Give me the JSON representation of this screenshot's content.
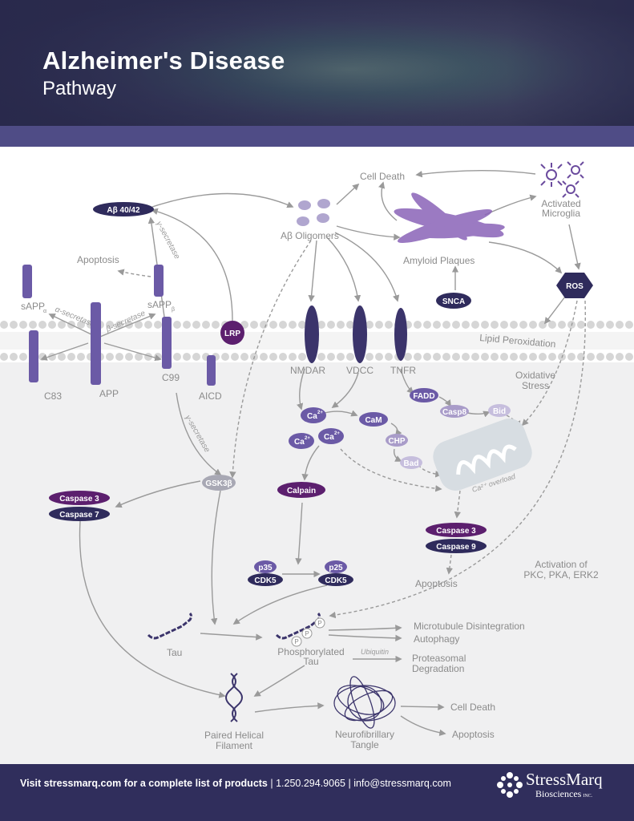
{
  "header": {
    "title": "Alzheimer's Disease",
    "subtitle": "Pathway"
  },
  "diagram": {
    "ab4042": "Aβ 40/42",
    "ab_oligomers": "Aβ  Oligomers",
    "cell_death_top": "Cell Death",
    "activated_microglia": [
      "Activated",
      "Microglia"
    ],
    "amyloid_plaques": "Amyloid Plaques",
    "snca": "SNCA",
    "ros": "ROS",
    "apoptosis_left": "Apoptosis",
    "gamma_secretase_1": "γ-secretase",
    "gamma_secretase_2": "γ-secretase",
    "alpha_secretase": "α-secretase",
    "beta_secretase": "β-secretase",
    "sapp_alpha": "sAPP",
    "sapp_alpha_sub": "α",
    "sapp_beta": "sAPP",
    "sapp_beta_sub": "β",
    "c83": "C83",
    "app": "APP",
    "c99": "C99",
    "aicd": "AICD",
    "lrp": "LRP",
    "nmdar": "NMDAR",
    "vdcc": "VDCC",
    "tnfr": "TNFR",
    "lipid_peroxidation": "Lipid Peroxidation",
    "oxidative_stress": [
      "Oxidative",
      "Stress"
    ],
    "fadd": "FADD",
    "casp8": "Casp8",
    "bid": "Bid",
    "ca2": "Ca",
    "ca2_sup": "2+",
    "cam": "CaM",
    "chp": "CHP",
    "bad": "Bad",
    "ca_overload": "Ca²⁺ overload",
    "gsk3b": "GSK3β",
    "calpain": "Calpain",
    "caspase3_left": "Caspase 3",
    "caspase7_left": "Caspase 7",
    "caspase3_right": "Caspase 3",
    "caspase9_right": "Caspase 9",
    "p35": "p35",
    "p25": "p25",
    "cdk5_a": "CDK5",
    "cdk5_b": "CDK5",
    "apoptosis_mid": "Apoptosis",
    "activation_pkc": [
      "Activation of",
      "PKC, PKA, ERK2"
    ],
    "tau": "Tau",
    "phosphorylated_tau": [
      "Phosphorylated",
      "Tau"
    ],
    "p_label": "P",
    "ubiquitin": "Ubiquitin",
    "microtubule": [
      "Microtubule Disintegration",
      "Autophagy"
    ],
    "proteasomal": [
      "Proteasomal",
      "Degradation"
    ],
    "paired_helical": [
      "Paired Helical",
      "Filament"
    ],
    "nft": [
      "Neurofibrillary",
      "Tangle"
    ],
    "cell_death_bottom": "Cell Death",
    "apoptosis_bottom": "Apoptosis"
  },
  "footer": {
    "visit": "Visit stressmarq.com for a complete list of products",
    "phone": "1.250.294.9065",
    "email": "info@stressmarq.com",
    "separator": " | ",
    "brand": "StressMarq",
    "brand_sub": "Biosciences",
    "brand_inc": "INC."
  },
  "colors": {
    "dark_navy": "#2f2b5c",
    "purple": "#6b5aa6",
    "deep_purple": "#5c1f6e",
    "light_purple": "#a99cc9",
    "gray_text": "#8b8b8b",
    "membrane": "#d8d8d8"
  }
}
